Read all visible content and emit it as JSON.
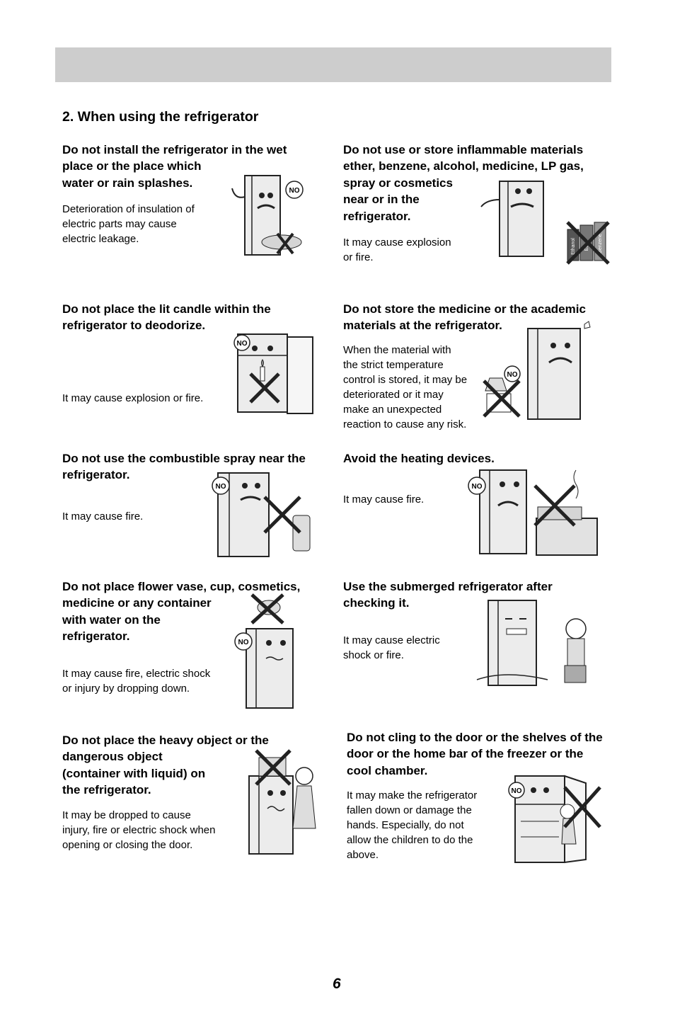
{
  "section": {
    "title": "2. When using the refrigerator"
  },
  "items": [
    {
      "heading": "Do not install the refrigerator in the wet\nplace or the place which\nwater or rain splashes.",
      "body": "Deterioration of insulation of\nelectric parts may cause\nelectric leakage."
    },
    {
      "heading": "Do not use or store inflammable materials\nether, benzene, alcohol, medicine, LP gas,\nspray or cosmetics\nnear or in the\nrefrigerator.",
      "body": "It may cause explosion\nor fire."
    },
    {
      "heading": "Do not place the lit candle within the\nrefrigerator to deodorize.",
      "body": "It may cause explosion or fire."
    },
    {
      "heading": "Do not store the medicine or the academic\nmaterials at the refrigerator.",
      "body": "When the material with\nthe strict temperature\ncontrol is stored, it may be\ndeteriorated or it may\nmake an unexpected\nreaction to cause any risk."
    },
    {
      "heading": "Do not use the combustible spray near the\nrefrigerator.",
      "body": "It may cause fire."
    },
    {
      "heading": "Avoid the heating devices.",
      "body": "It may cause fire."
    },
    {
      "heading": "Do not place flower vase, cup, cosmetics,\nmedicine or any container\nwith water on the\nrefrigerator.",
      "body": "It may cause fire, electric shock\nor injury by dropping down."
    },
    {
      "heading": "Use the submerged refrigerator after\nchecking it.",
      "body": "It may cause electric\nshock or fire."
    },
    {
      "heading": "Do not place the heavy object or the\ndangerous object\n(container with liquid) on\nthe refrigerator.",
      "body": "It may be dropped to cause\ninjury, fire or electric shock when\nopening or closing the door."
    },
    {
      "heading": "Do not cling to the door or the shelves of the\ndoor or the home bar of the freezer or the\ncool chamber.",
      "body": "It may make the refrigerator\nfallen down or damage the\nhands. Especially, do not\nallow the children to do the\nabove."
    }
  ],
  "illustrations": {
    "no_sign_text": "NO",
    "labels": {
      "ethanol": "Ethanol",
      "ether": "Ether",
      "benzene": "Benzene"
    }
  },
  "page": {
    "number": "6"
  },
  "colors": {
    "banner": "#cdcdcd",
    "line": "#222222",
    "fridge_fill": "#ececec"
  }
}
